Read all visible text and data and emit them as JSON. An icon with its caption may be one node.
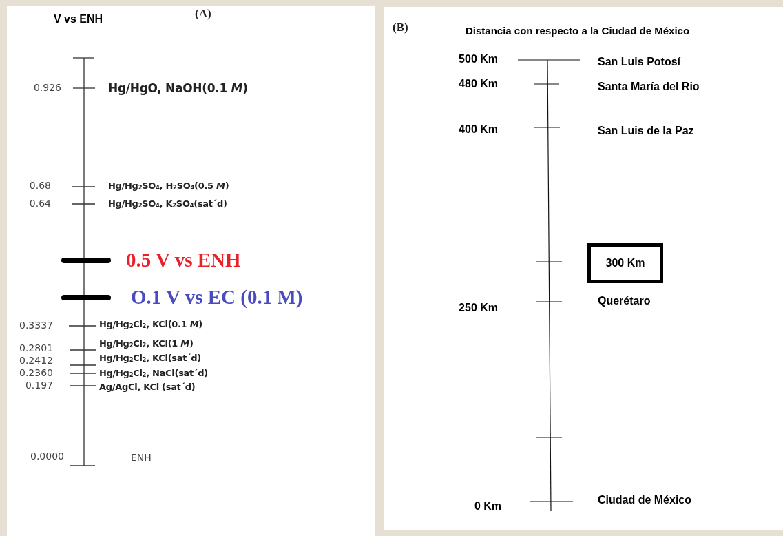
{
  "diagram": {
    "nodes": [
      {
        "text": [
          "300 Km"
        ]
      }
    ],
    "labels": [
      "V  vs ENH",
      "(A)",
      "0.926",
      "Hg/HgO, NaOH(0.1 *M*)",
      "0.68",
      "Hg/Hg$_{2}$SO$_{4}$, H$_{2}$SO$_{4}$(0.5 *M*)",
      "0.64",
      "Hg/Hg$_{2}$SO$_{4}$, K$_{2}$SO$_{4}$(sat´d)",
      "0.5 V vs ENH",
      "O.1 V vs EC (0.1 M)",
      "0.3337",
      "Hg/Hg$_{2}$Cl$_{2}$, KCl(0.1 *M*)",
      "0.2801",
      "Hg/Hg$_{2}$Cl$_{2}$, KCl(1 *M*)",
      "0.2412",
      "Hg/Hg$_{2}$Cl$_{2}$, KCl(sat´d)",
      "0.2360",
      "Hg/Hg$_{2}$Cl$_{2}$, NaCl(sat´d)",
      "0.197",
      "Ag/AgCl, KCl (sat´d)",
      "0.0000",
      "ENH",
      "(B)",
      "Distancia con respecto a la Ciudad  de México",
      "500 Km",
      "San Luis Potosí",
      "480 Km",
      "Santa María del Rio",
      "400 Km",
      "San Luis de la Paz",
      "Querétaro",
      "250 Km",
      "0 Km",
      "Ciudad de México"
    ]
  }
}
